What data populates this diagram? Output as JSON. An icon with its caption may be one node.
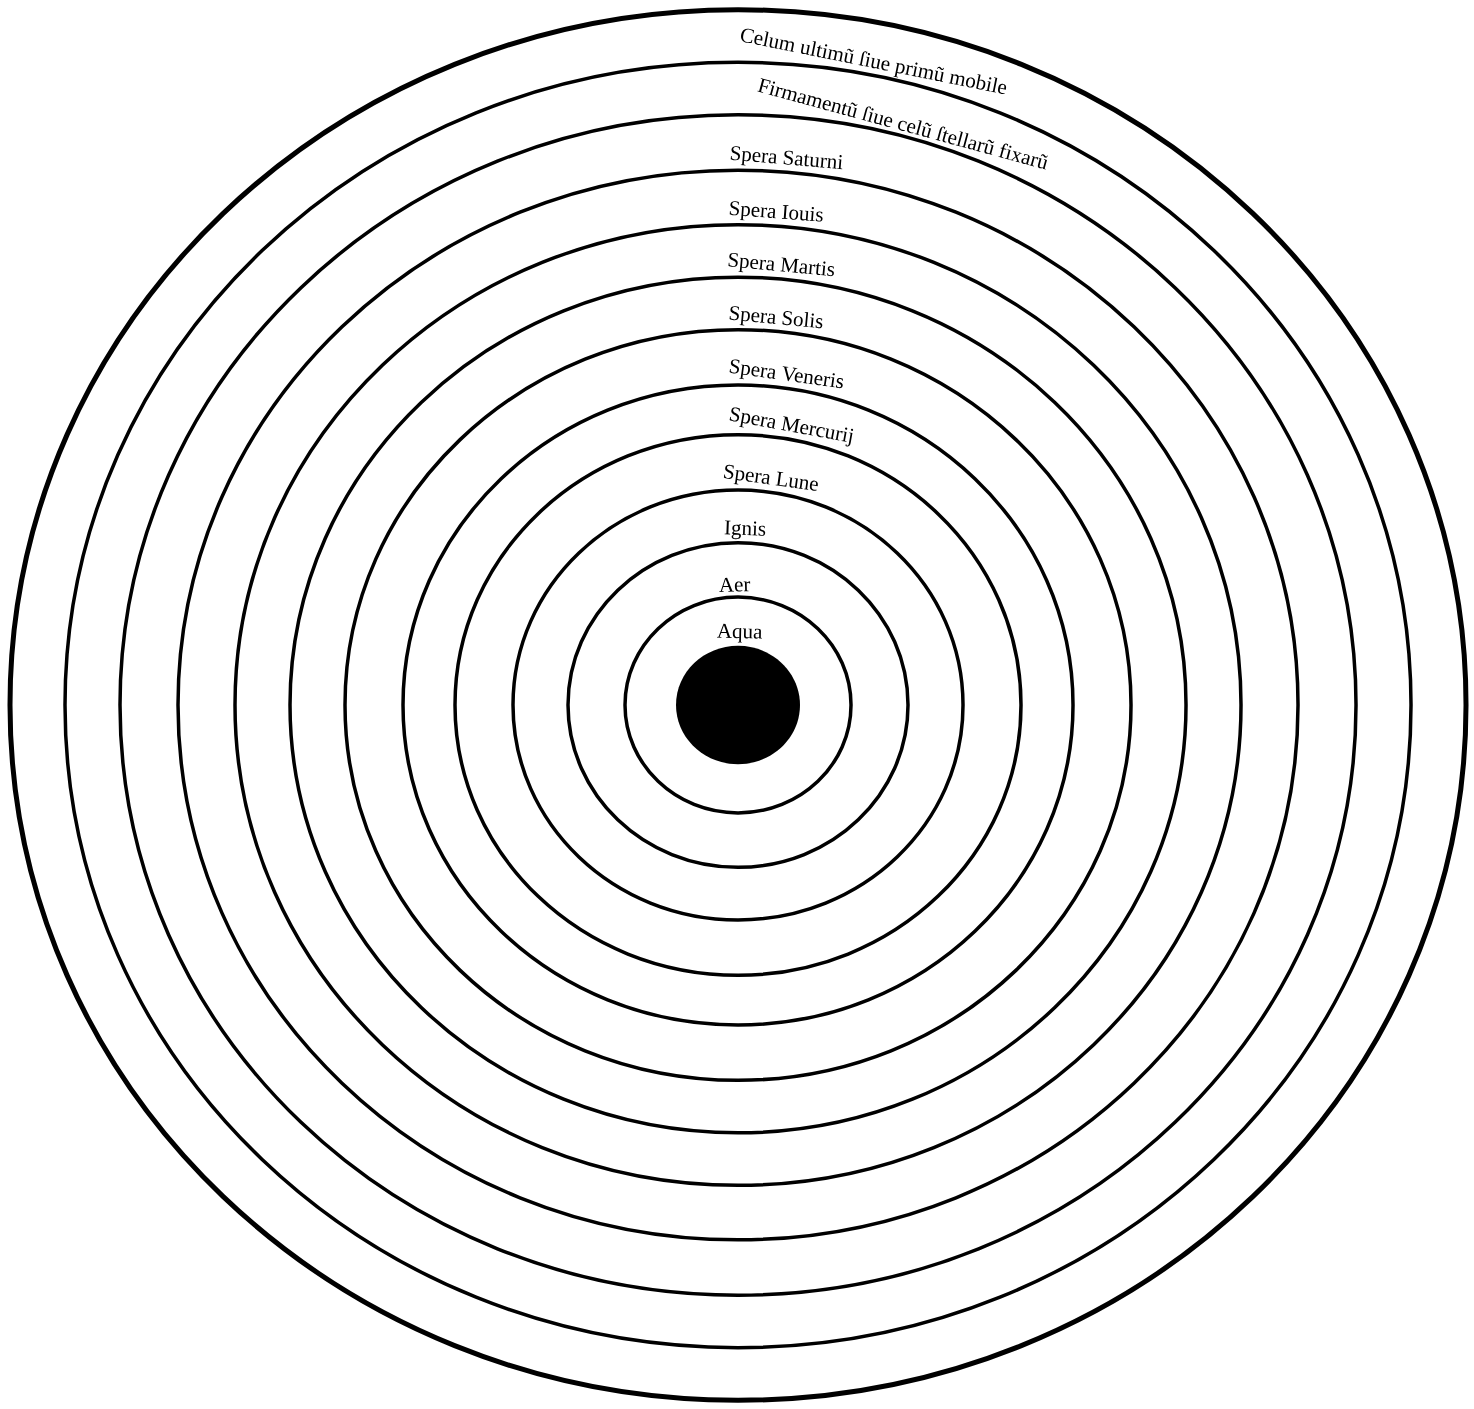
{
  "diagram": {
    "nodes": [
      {
        "text": [
          "Celum ultimũ ſiue primũ mobile"
        ]
      },
      {
        "text": [
          "Firmamentũ ſiue celũ ſtellarũ fixarũ"
        ],
        "in": 0
      },
      {
        "text": [
          "Spera Saturni"
        ],
        "in": 1
      },
      {
        "text": [
          "Spera Iouis"
        ],
        "in": 2
      },
      {
        "text": [
          "Spera Martis"
        ],
        "in": 3
      },
      {
        "text": [
          "Spera Solis"
        ],
        "in": 4
      },
      {
        "text": [
          "Spera Veneris"
        ],
        "in": 5
      },
      {
        "text": [
          "Spera Mercurij"
        ],
        "in": 6
      },
      {
        "text": [
          "Spera Lune"
        ],
        "in": 7
      },
      {
        "text": [
          "Ignis"
        ],
        "in": 8
      },
      {
        "text": [
          "Aer"
        ],
        "in": 9
      },
      {
        "text": [
          "Aqua"
        ],
        "in": 10
      },
      {
        "text": [],
        "shape": "circle",
        "in": 11
      }
    ]
  }
}
